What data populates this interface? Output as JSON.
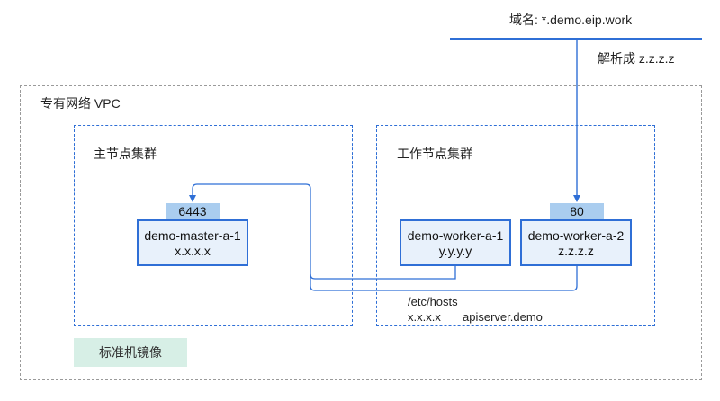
{
  "domain": {
    "label": "域名:",
    "value": "*.demo.eip.work"
  },
  "resolve_label": "解析成 z.z.z.z",
  "vpc": {
    "title": "专有网络 VPC"
  },
  "master_cluster": {
    "title": "主节点集群",
    "node": {
      "port": "6443",
      "name": "demo-master-a-1",
      "ip": "x.x.x.x"
    }
  },
  "worker_cluster": {
    "title": "工作节点集群",
    "nodes": [
      {
        "name": "demo-worker-a-1",
        "ip": "y.y.y.y"
      },
      {
        "port": "80",
        "name": "demo-worker-a-2",
        "ip": "z.z.z.z"
      }
    ]
  },
  "hosts": {
    "file": "/etc/hosts",
    "ip": "x.x.x.x",
    "host": "apiserver.demo"
  },
  "image_badge": "标准机镜像",
  "colors": {
    "line": "#2f6fd6",
    "node_fill": "#e8f1fb",
    "port_fill": "#aacdef",
    "badge_fill": "#d7efe6",
    "vpc_border": "#9a9a9a"
  }
}
